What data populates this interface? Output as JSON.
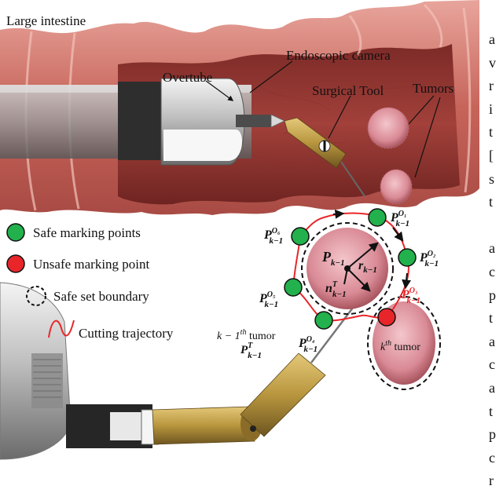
{
  "labels": {
    "large_intestine": "Large intestine",
    "endoscopic_camera": "Endoscopic camera",
    "overtube": "Overtube",
    "surgical_tool": "Surgical Tool",
    "tumors": "Tumors"
  },
  "legend": {
    "safe": "Safe marking points",
    "unsafe": "Unsafe marking point",
    "boundary": "Safe set boundary",
    "trajectory": "Cutting trajectory"
  },
  "math": {
    "P": "P",
    "r": "r",
    "n": "n",
    "k1": "k−1",
    "O1": "O₁",
    "O2": "O₂",
    "O3": "O₃",
    "O4": "O₄",
    "O5": "O₅",
    "O6": "O₆",
    "T": "T",
    "prev_tumor_k": "k − 1",
    "th": "th",
    "tumor_word": " tumor",
    "k": "k"
  },
  "right_column_text": [
    "a",
    "v",
    "r",
    "i",
    "t",
    "[",
    "s",
    "t",
    "",
    "a",
    "c",
    "p",
    "t",
    "a",
    "c",
    "a",
    "t",
    "p",
    "c",
    "r"
  ],
  "colors": {
    "safe": "#22b14c",
    "unsafe": "#e8262a",
    "trajectory": "#e8262a",
    "tissue": "#c96860",
    "tissue_dark": "#8a2f2c",
    "tumor": "#d98a95",
    "tool_gold": "#b8963e"
  }
}
